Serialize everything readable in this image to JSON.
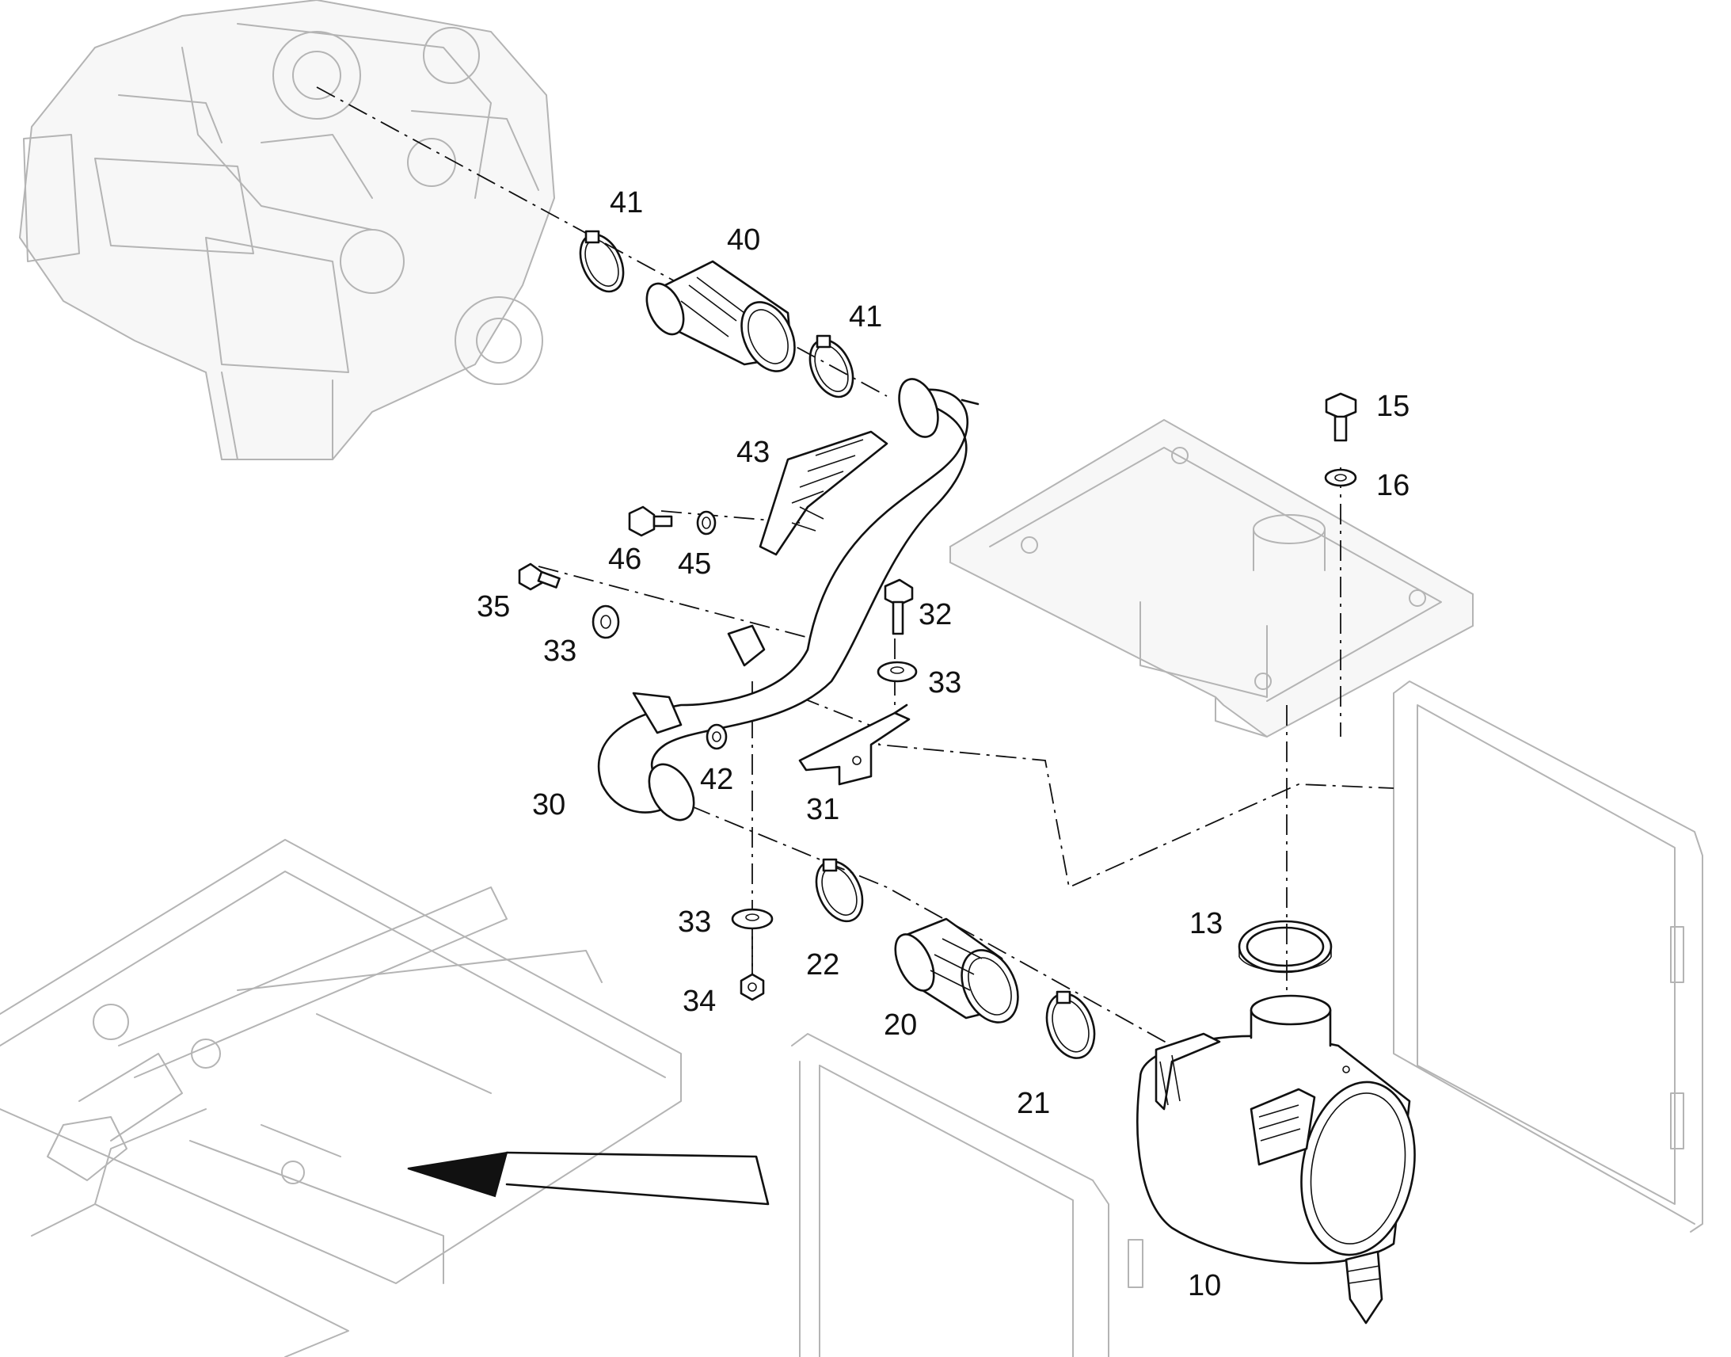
{
  "diagram": {
    "type": "exploded parts diagram",
    "callouts": [
      "41",
      "40",
      "41",
      "43",
      "46",
      "45",
      "35",
      "33",
      "30",
      "42",
      "32",
      "33",
      "31",
      "15",
      "16",
      "13",
      "33",
      "34",
      "22",
      "20",
      "21",
      "10"
    ]
  },
  "parts": {
    "engine": "engine-assembly",
    "intake_adapter": "40",
    "hose_clamp": "41",
    "intake_pipe": "30",
    "pipe_bracket": "31",
    "heat_shield": "43",
    "air_cleaner": "10",
    "cover_plate": "upper-plate",
    "base_frame": "upper-frame",
    "side_panel_left": "side-panel",
    "side_panel_right": "side-panel"
  }
}
